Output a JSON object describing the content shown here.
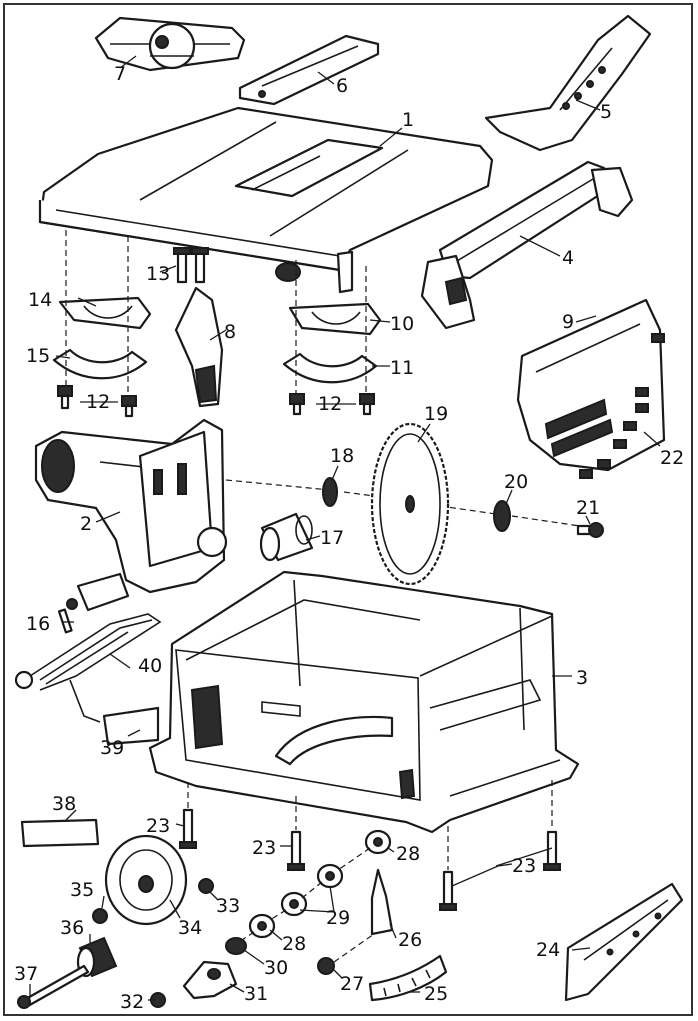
{
  "callouts": [
    {
      "label": "1"
    },
    {
      "label": "2"
    },
    {
      "label": "3"
    },
    {
      "label": "4"
    },
    {
      "label": "5"
    },
    {
      "label": "6"
    },
    {
      "label": "7"
    },
    {
      "label": "8"
    },
    {
      "label": "9"
    },
    {
      "label": "10"
    },
    {
      "label": "11"
    },
    {
      "label": "12"
    },
    {
      "label": "12"
    },
    {
      "label": "13"
    },
    {
      "label": "14"
    },
    {
      "label": "15"
    },
    {
      "label": "16"
    },
    {
      "label": "17"
    },
    {
      "label": "18"
    },
    {
      "label": "19"
    },
    {
      "label": "20"
    },
    {
      "label": "21"
    },
    {
      "label": "22"
    },
    {
      "label": "23"
    },
    {
      "label": "23"
    },
    {
      "label": "23"
    },
    {
      "label": "24"
    },
    {
      "label": "25"
    },
    {
      "label": "26"
    },
    {
      "label": "27"
    },
    {
      "label": "28"
    },
    {
      "label": "28"
    },
    {
      "label": "29"
    },
    {
      "label": "30"
    },
    {
      "label": "31"
    },
    {
      "label": "32"
    },
    {
      "label": "33"
    },
    {
      "label": "34"
    },
    {
      "label": "35"
    },
    {
      "label": "36"
    },
    {
      "label": "37"
    },
    {
      "label": "38"
    },
    {
      "label": "39"
    },
    {
      "label": "40"
    }
  ]
}
